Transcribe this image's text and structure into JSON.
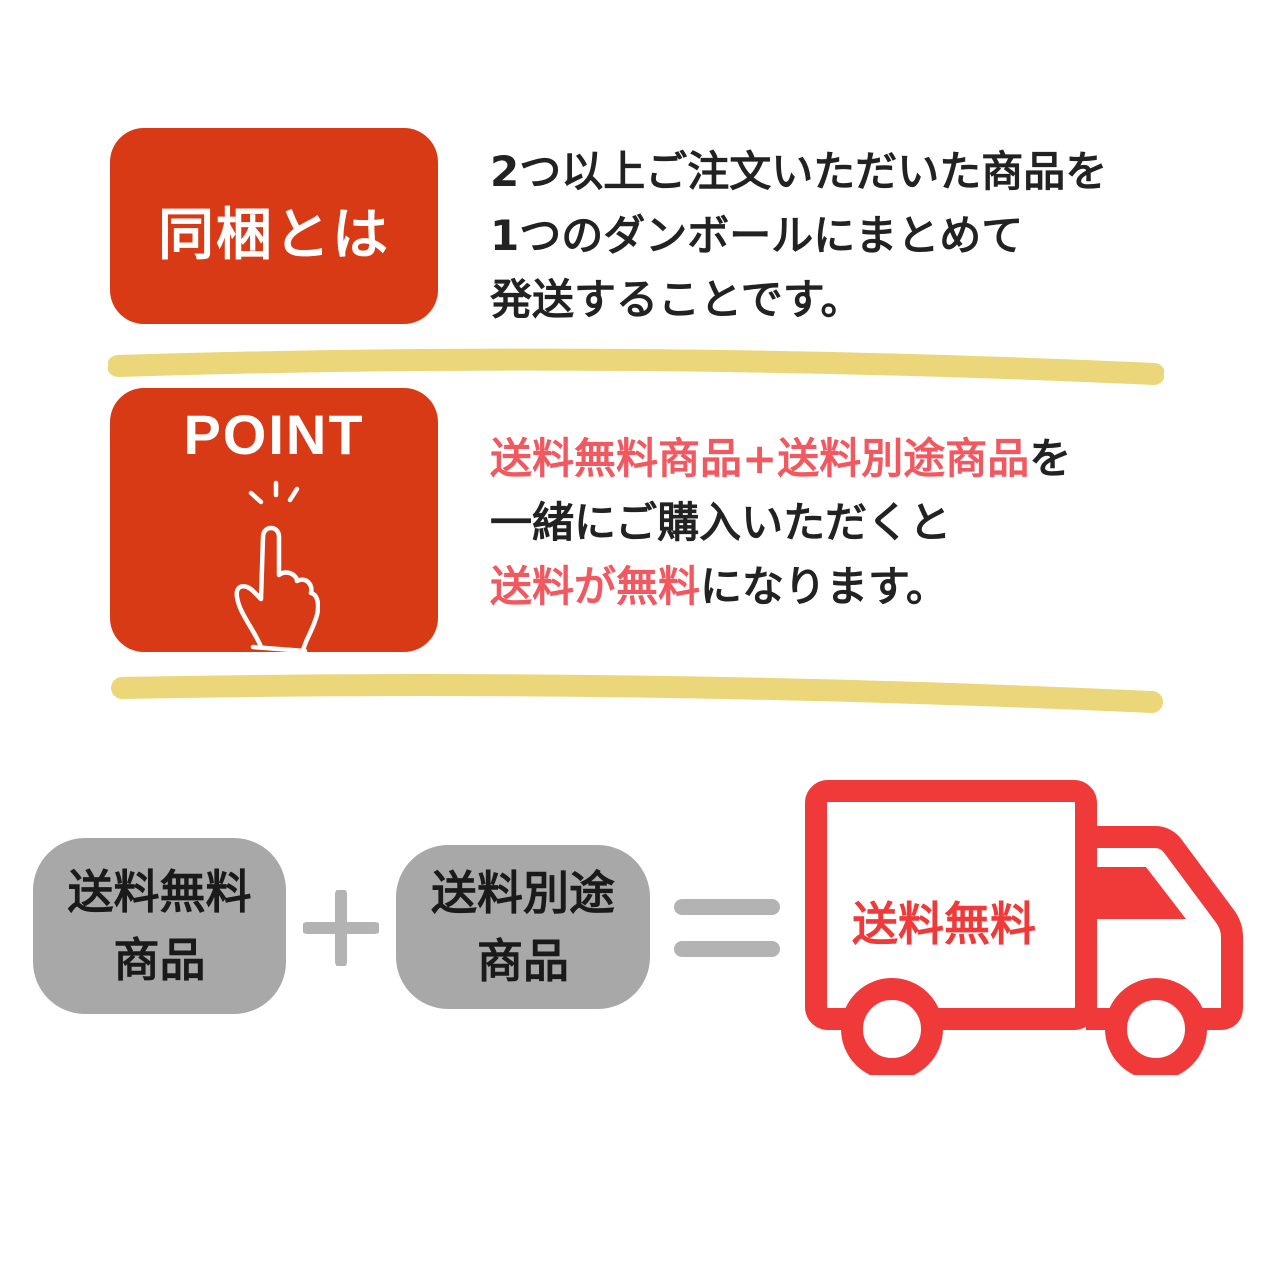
{
  "doukon": {
    "title": "同梱とは",
    "lines": [
      "2つ以上ご注文いただいた商品を",
      "1つのダンボールにまとめて",
      "発送することです。"
    ]
  },
  "point": {
    "title": "POINT",
    "line1": {
      "highlight": "送料無料商品+送料別途商品",
      "rest": "を"
    },
    "line2": "一緒にご購入いただくと",
    "line3": {
      "highlight": "送料が無料",
      "rest": "になります。"
    }
  },
  "formula": {
    "free_item": [
      "送料無料",
      "商品"
    ],
    "separate_item": [
      "送料別途",
      "商品"
    ],
    "result": "送料無料"
  },
  "colors": {
    "badge": "#d83a16",
    "highlight_text": "#f25860",
    "divider": "#ecd67a",
    "pill": "#a8a8a8",
    "truck": "#f03a3a",
    "operator": "#b3b3b3"
  },
  "icons": [
    "hand-pointer-icon",
    "plus-icon",
    "equals-icon",
    "truck-icon"
  ]
}
